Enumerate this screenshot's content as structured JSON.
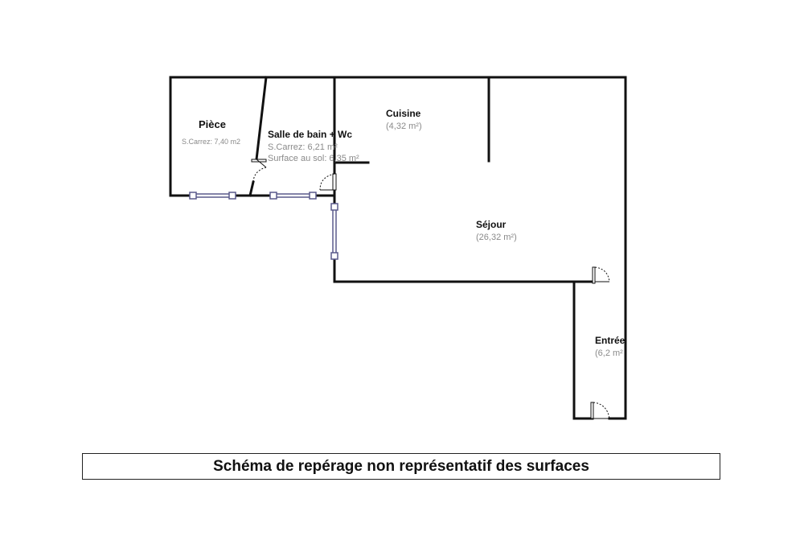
{
  "rooms": {
    "piece": {
      "name": "Pièce",
      "area": "S.Carrez: 7,40 m2"
    },
    "salle_de_bain": {
      "name": "Salle de bain + Wc",
      "area_carrez": "S.Carrez: 6,21 m²",
      "area_sol": "Surface au sol: 6,35 m²"
    },
    "cuisine": {
      "name": "Cuisine",
      "area": "(4,32 m²)"
    },
    "sejour": {
      "name": "Séjour",
      "area": "(26,32 m²)"
    },
    "entree": {
      "name": "Entrée",
      "area": "(6,2 m²"
    }
  },
  "caption": "Schéma de repérage non représentatif des surfaces",
  "colors": {
    "wall": "#111111",
    "window": "#5a5a8c",
    "area_text": "#8a8a8a"
  }
}
